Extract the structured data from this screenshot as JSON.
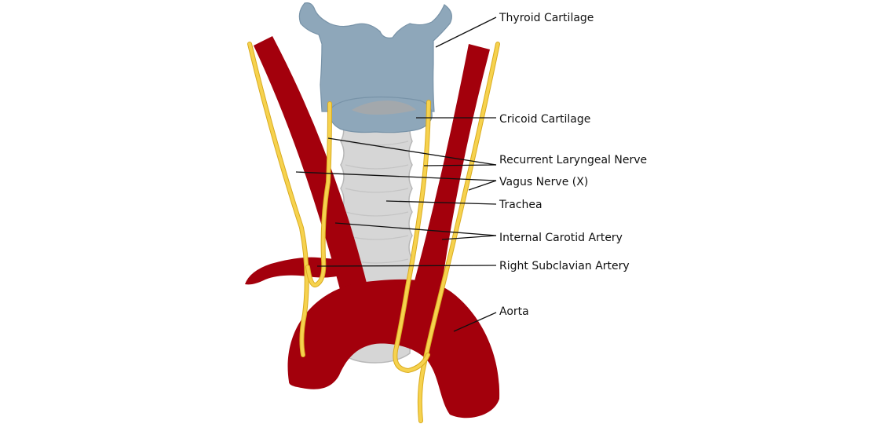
{
  "colors": {
    "background": "#ffffff",
    "artery": "#a3000c",
    "nerve": "#f6d24e",
    "nerve_outline": "#d9ab1f",
    "cartilage": "#8ea7ba",
    "cartilage_outline": "#7893a8",
    "trachea": "#d6d6d6",
    "trachea_outline": "#b8b8b8",
    "leader_line": "#111111",
    "text": "#111111"
  },
  "labels": {
    "thyroid_cartilage": "Thyroid Cartilage",
    "cricoid_cartilage": "Cricoid Cartilage",
    "recurrent_laryngeal_nerve": "Recurrent Laryngeal Nerve",
    "vagus_nerve": "Vagus Nerve (X)",
    "trachea": "Trachea",
    "internal_carotid_artery": "Internal Carotid Artery",
    "right_subclavian_artery": "Right Subclavian Artery",
    "aorta": "Aorta"
  }
}
